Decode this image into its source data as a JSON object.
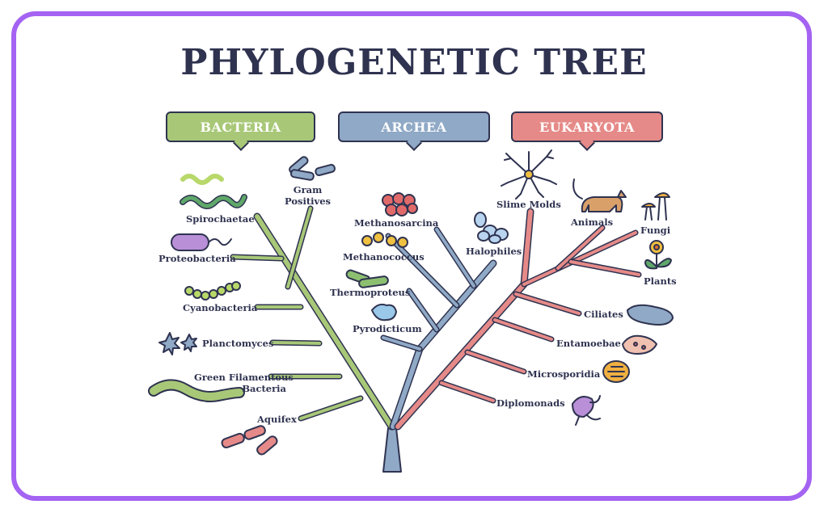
{
  "title": "PHYLOGENETIC TREE",
  "domains": {
    "bacteria": "BACTERIA",
    "archea": "ARCHEA",
    "eukaryota": "EUKARYOTA"
  },
  "colors": {
    "frame": "#a463f2",
    "bacteria": "#a8c878",
    "archea": "#8fa9c6",
    "eukaryota": "#e58a88",
    "outline": "#2f3350"
  },
  "bacteria_labels": {
    "spirochaetae": "Spirochaetae",
    "gram_positives": "Gram\nPositives",
    "proteobacteria": "Proteobacteria",
    "cyanobacteria": "Cyanobacteria",
    "planctomyces": "Planctomyces",
    "green_filamentous": "Green Filamentous\nBacteria",
    "aquifex": "Aquifex"
  },
  "archea_labels": {
    "methanosarcina": "Methanosarcina",
    "methanococcus": "Methanococcus",
    "halophiles": "Halophiles",
    "thermoproteus": "Thermoproteus",
    "pyrodicticum": "Pyrodicticum"
  },
  "eukaryota_labels": {
    "slime_molds": "Slime Molds",
    "animals": "Animals",
    "fungi": "Fungi",
    "plants": "Plants",
    "ciliates": "Ciliates",
    "entamoebae": "Entamoebae",
    "microsporidia": "Microsporidia",
    "diplomonads": "Diplomonads"
  },
  "icons": [
    "spiral-bacteria-icon",
    "rod-branch-icon",
    "flagellated-rod-icon",
    "bead-chain-icon",
    "star-cell-icon",
    "filament-chain-icon",
    "capsule-rods-icon",
    "coccus-cluster-icon",
    "cocci-row-icon",
    "rod-pair-icon",
    "pyrodicticum-icon",
    "halophile-cells-icon",
    "slime-mold-icon",
    "cat-icon",
    "mushroom-icon",
    "flower-icon",
    "paramecium-icon",
    "amoeba-icon",
    "spore-icon",
    "flagellate-icon"
  ]
}
